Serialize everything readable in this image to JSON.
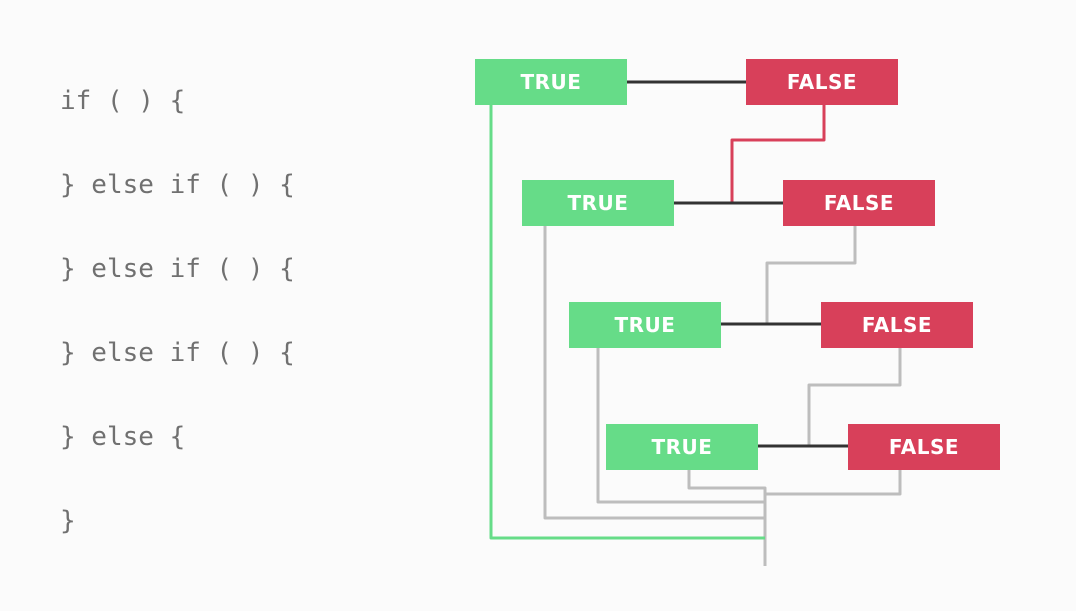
{
  "code_lines": [
    "if ( ) {",
    "} else if ( ) {",
    "} else if ( ) {",
    "} else if ( ) {",
    "} else {",
    "}"
  ],
  "diagram": {
    "true_label": "TRUE",
    "false_label": "FALSE",
    "colors": {
      "true": "#66dc88",
      "false": "#d8405a",
      "connector": "#333333",
      "active_false_path": "#d8405a",
      "active_true_path": "#66dc88",
      "inactive_path": "#bdbdbd"
    }
  }
}
